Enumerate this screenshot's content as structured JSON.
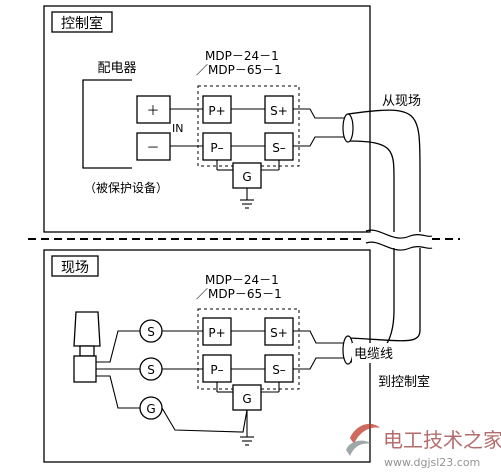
{
  "control_room": {
    "title": "控制室",
    "relay_label": "配电器",
    "model_line1": "MDP－24－1",
    "model_line2": "／MDP－65－1",
    "plus": "＋",
    "minus": "－",
    "in_label": "IN",
    "p_plus": "P+",
    "p_minus": "P–",
    "s_plus": "S+",
    "s_minus": "S–",
    "ground": "G",
    "protected_equipment": "（被保护设备）"
  },
  "field": {
    "title": "现场",
    "model_line1": "MDP－24－1",
    "model_line2": "／MDP－65－1",
    "p_plus": "P+",
    "p_minus": "P–",
    "s_plus": "S+",
    "s_minus": "S–",
    "ground": "G",
    "sensor1": "S",
    "sensor2": "S",
    "sensor3": "G"
  },
  "labels": {
    "from_field": "从现场",
    "cable": "电缆线",
    "to_control": "到控制室"
  },
  "watermark": {
    "text1": "电工技术之家",
    "text2": "www.dgjsl23.com"
  }
}
